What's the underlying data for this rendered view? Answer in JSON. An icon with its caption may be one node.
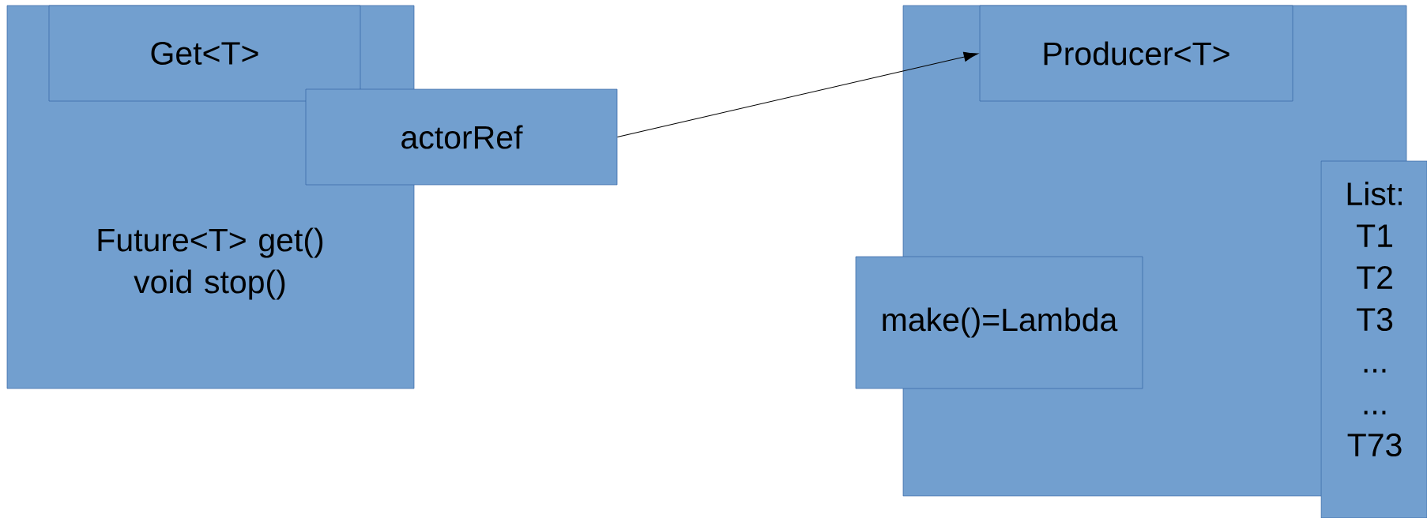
{
  "diagram": {
    "nodes": [
      {
        "text": [
          "Future<T> get() void stop()"
        ]
      },
      {
        "text": [
          "Get<T>"
        ],
        "in": 0
      },
      {
        "text": [
          "actorRef"
        ]
      },
      {
        "text": [],
        "shape": "box"
      },
      {
        "text": [
          "Producer<T>"
        ],
        "in": 3
      },
      {
        "text": [
          "make()=Lambda"
        ]
      },
      {
        "text": [
          "List: T1 T2 T3 ... ... T73"
        ]
      }
    ],
    "edges": [
      {
        "from": 2,
        "to": 4,
        "arrow": "to"
      }
    ]
  }
}
